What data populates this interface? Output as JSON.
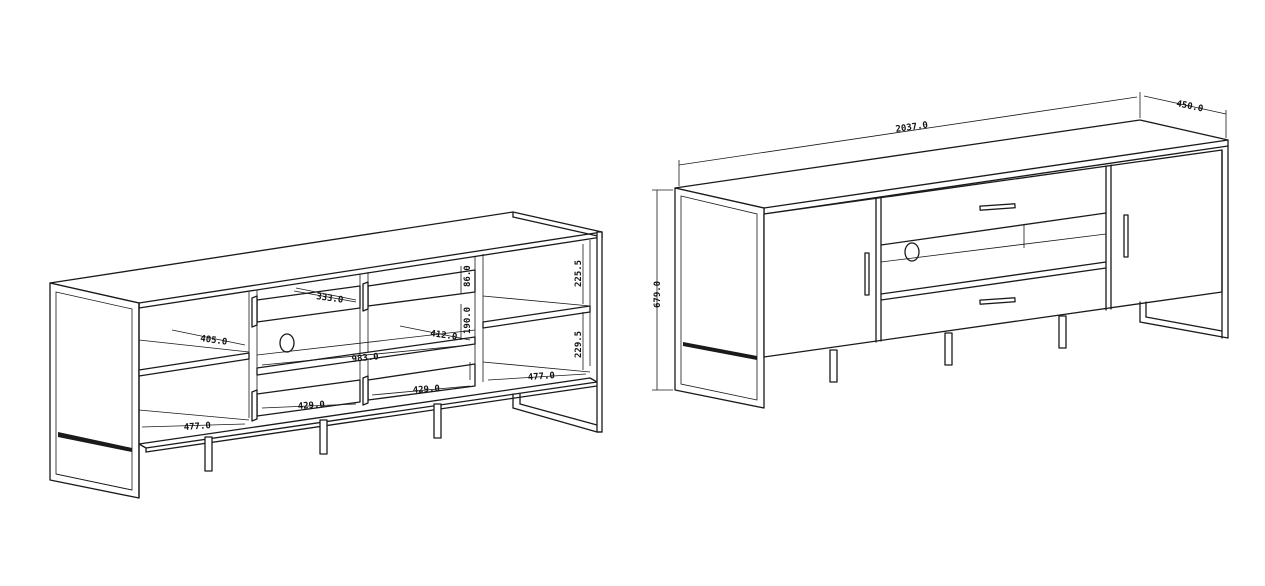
{
  "left_view": {
    "dimensions": {
      "shelf_depth_left": "405.0",
      "cable_width": "333.0",
      "drawer_height_top": "86.0",
      "compartment_height_top": "225.5",
      "drawer_height_mid": "190.0",
      "compartment_height_bottom": "229.5",
      "inner_width_center": "412.0",
      "total_inner_width": "983.0",
      "base_depth_left": "477.0",
      "drawer_width_left": "429.0",
      "drawer_width_right": "429.0",
      "base_depth_right": "477.0"
    }
  },
  "right_view": {
    "dimensions": {
      "total_width": "2037.0",
      "depth": "450.0",
      "height": "679.0"
    }
  }
}
